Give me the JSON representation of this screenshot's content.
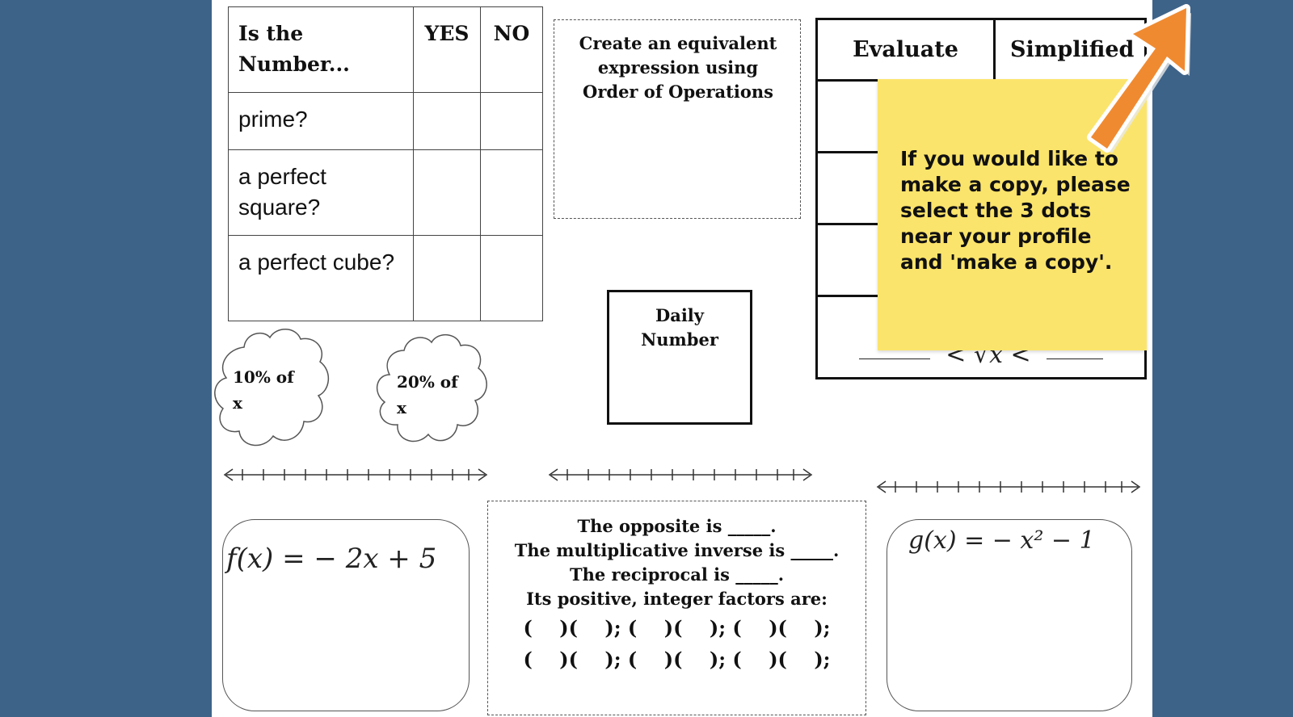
{
  "question_table": {
    "header": {
      "question": "Is the Number...",
      "yes": "YES",
      "no": "NO"
    },
    "rows": [
      {
        "label": "prime?"
      },
      {
        "label": "a perfect square?"
      },
      {
        "label": "a perfect cube?"
      }
    ]
  },
  "equivalent_box": {
    "text": "Create an equivalent expression using Order of Operations"
  },
  "clouds": [
    {
      "line1": "10% of",
      "line2": "x"
    },
    {
      "line1": "20% of",
      "line2": "x"
    }
  ],
  "daily_number": {
    "label": "Daily Number"
  },
  "evaluate_table": {
    "headers": [
      "Evaluate",
      "Simplified"
    ],
    "root_bound": "< √x <"
  },
  "sticky_note": {
    "text": "If you would like to make a copy, please select the 3 dots near your profile and 'make a copy'.",
    "color": "#fbe46b"
  },
  "arrow": {
    "color": "#f08a30"
  },
  "function_f": {
    "text": "f(x) = − 2x + 5"
  },
  "function_g": {
    "text": "g(x) = − x² − 1"
  },
  "properties_box": {
    "lines": [
      "The opposite is _____.",
      "The multiplicative inverse is _____.",
      "The reciprocal is _____.",
      "Its positive, integer factors are:",
      "(    )(    ); (    )(    ); (    )(    );",
      "(    )(    ); (    )(    ); (    )(    );"
    ]
  }
}
